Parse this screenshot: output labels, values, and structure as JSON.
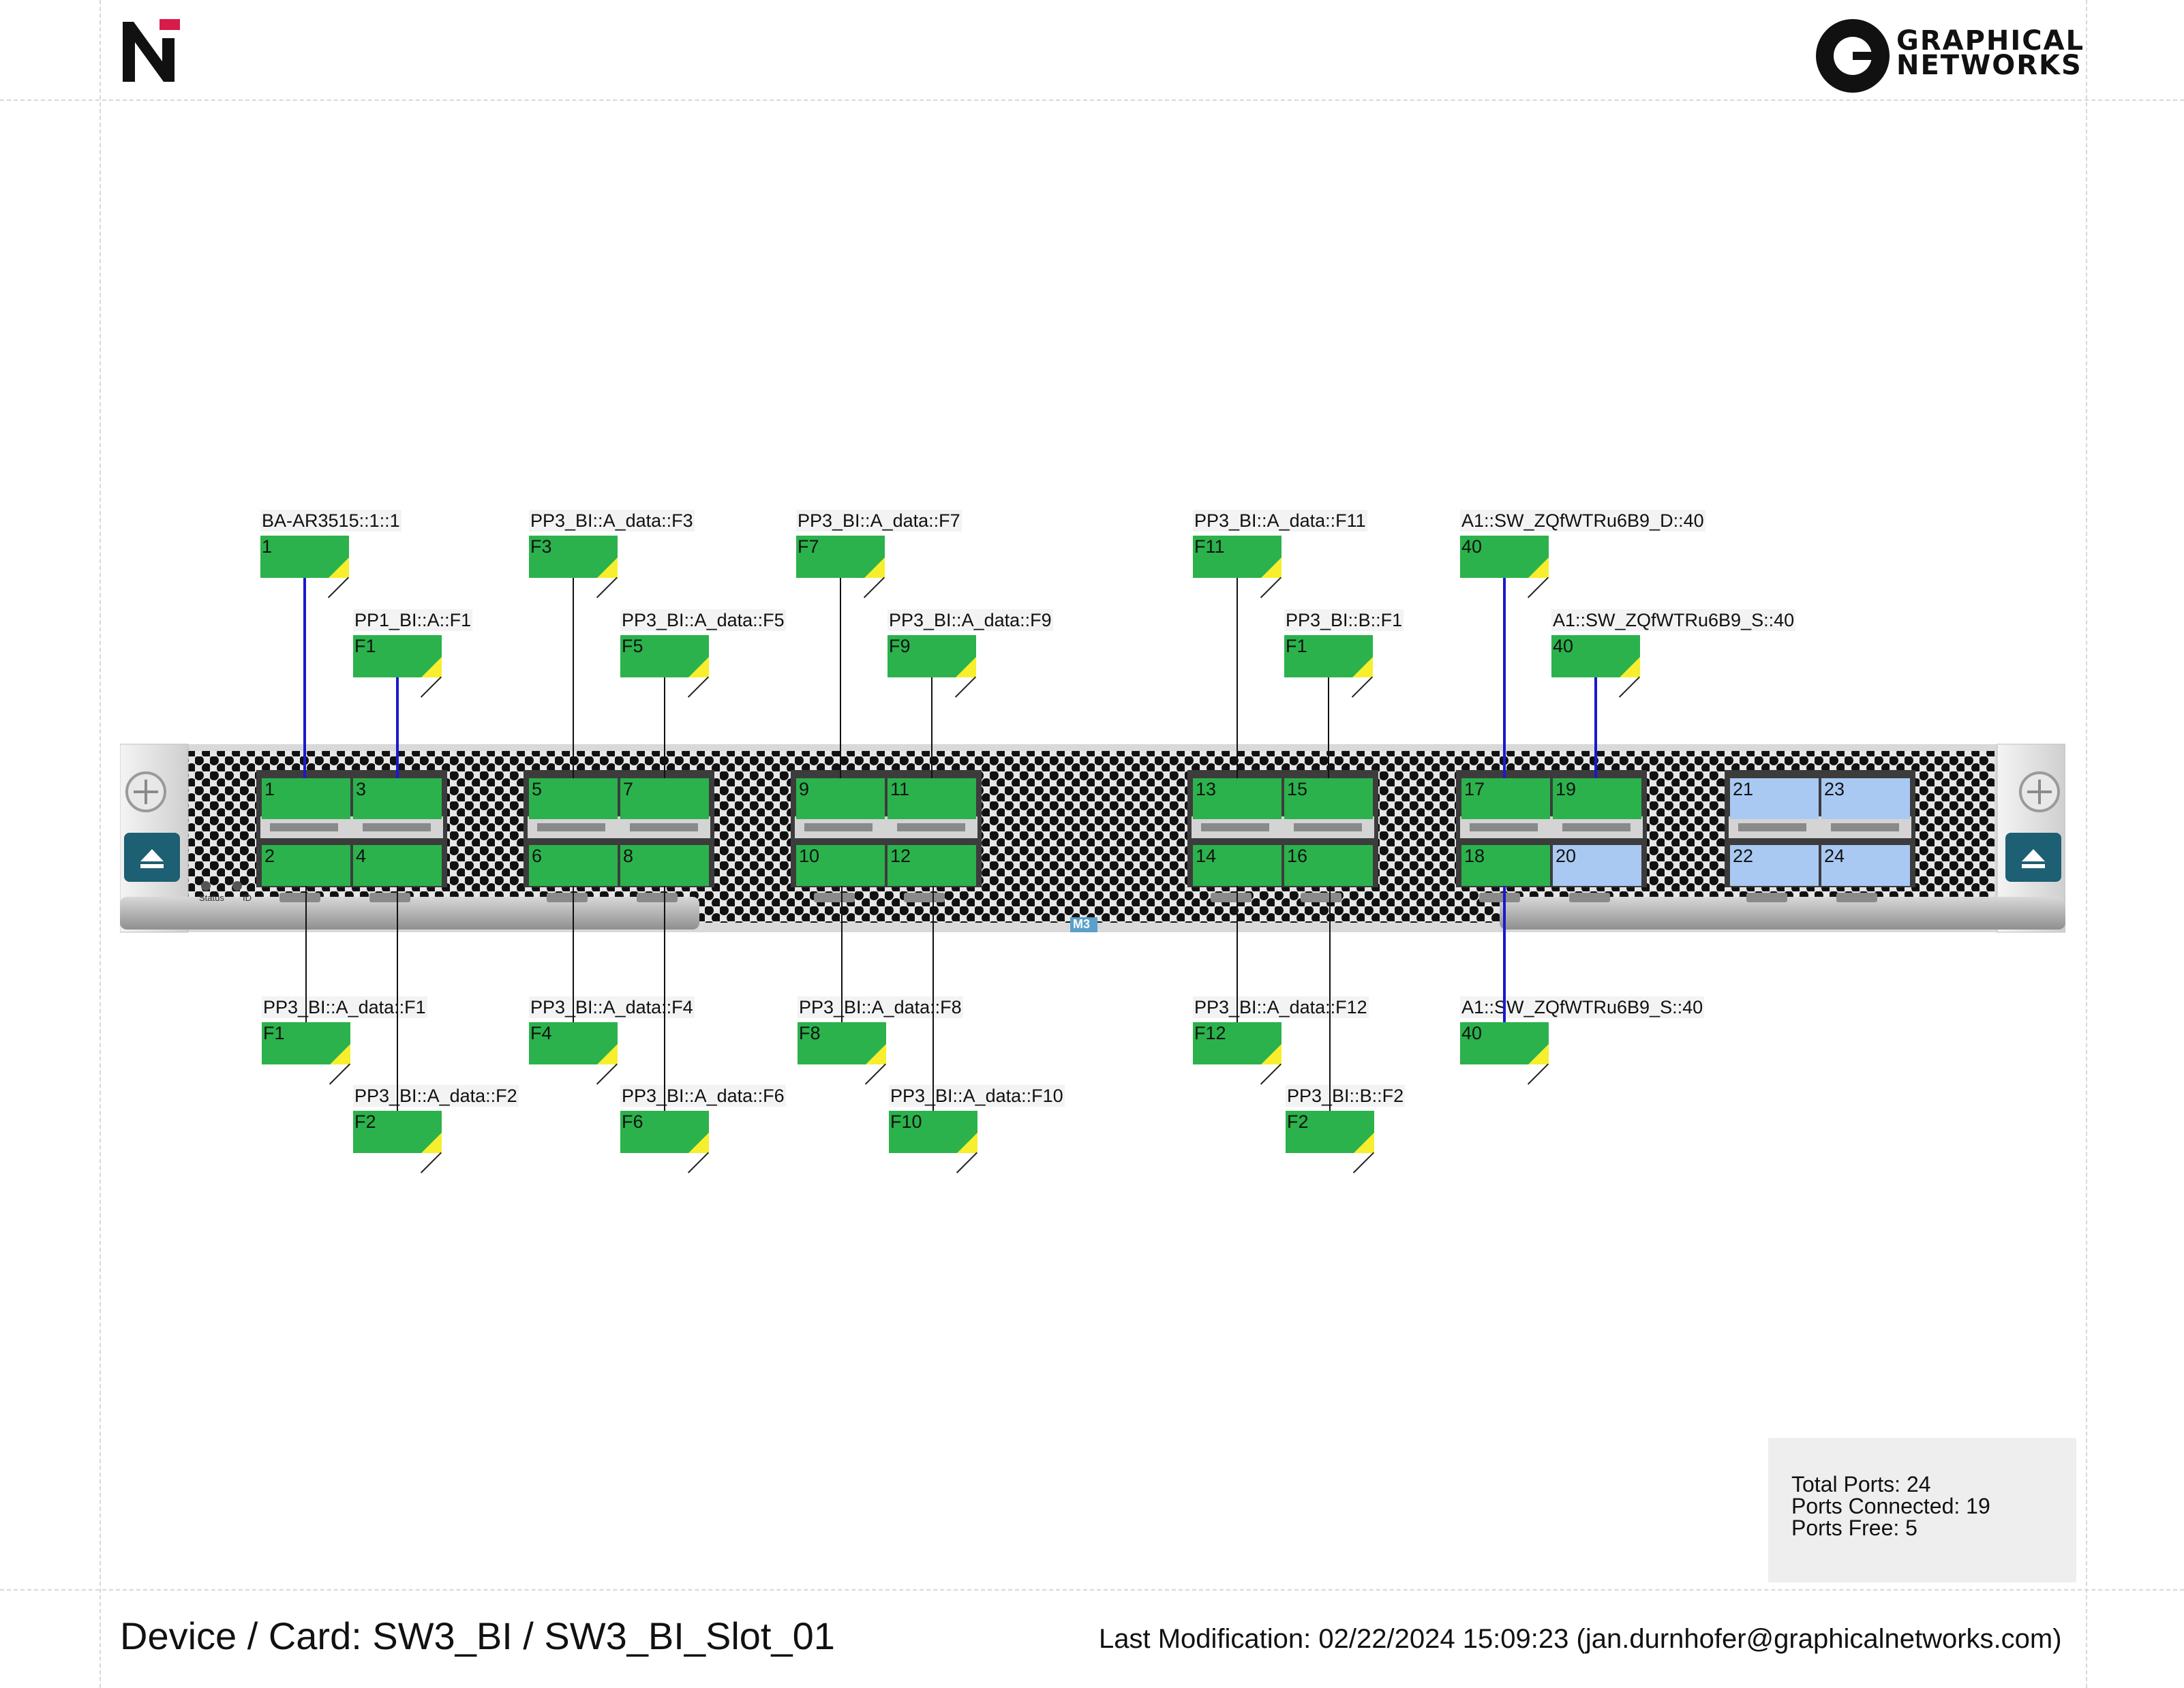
{
  "header": {
    "left_logo_icon": "nt-logo-icon",
    "right_logo_icon": "graphical-networks-logo-icon",
    "right_logo_line1": "GRAPHICAL",
    "right_logo_line2": "NETWORKS"
  },
  "card": {
    "card_ports": [
      {
        "num": "1",
        "state": "connected"
      },
      {
        "num": "2",
        "state": "connected"
      },
      {
        "num": "3",
        "state": "connected"
      },
      {
        "num": "4",
        "state": "connected"
      },
      {
        "num": "5",
        "state": "connected"
      },
      {
        "num": "6",
        "state": "connected"
      },
      {
        "num": "7",
        "state": "connected"
      },
      {
        "num": "8",
        "state": "connected"
      },
      {
        "num": "9",
        "state": "connected"
      },
      {
        "num": "10",
        "state": "connected"
      },
      {
        "num": "11",
        "state": "connected"
      },
      {
        "num": "12",
        "state": "connected"
      },
      {
        "num": "13",
        "state": "connected"
      },
      {
        "num": "14",
        "state": "connected"
      },
      {
        "num": "15",
        "state": "connected"
      },
      {
        "num": "16",
        "state": "connected"
      },
      {
        "num": "17",
        "state": "connected"
      },
      {
        "num": "18",
        "state": "connected"
      },
      {
        "num": "19",
        "state": "connected"
      },
      {
        "num": "20",
        "state": "free"
      },
      {
        "num": "21",
        "state": "free"
      },
      {
        "num": "22",
        "state": "free"
      },
      {
        "num": "23",
        "state": "free"
      },
      {
        "num": "24",
        "state": "free"
      }
    ],
    "chassis_labels": {
      "status": "Status",
      "id": "ID",
      "model": "M3"
    },
    "colors": {
      "connected": "#2bb24c",
      "free": "#a9c9f2",
      "link_blue": "#1a1acc",
      "link_black": "#111111",
      "warning_triangle": "#f7ee2e"
    }
  },
  "connections": [
    {
      "card_port": "1",
      "label": "BA-AR3515::1::1",
      "port": "1",
      "side": "top",
      "line": "blue"
    },
    {
      "card_port": "3",
      "label": "PP1_BI::A::F1",
      "port": "F1",
      "side": "top",
      "line": "blue"
    },
    {
      "card_port": "5",
      "label": "PP3_BI::A_data::F3",
      "port": "F3",
      "side": "top",
      "line": "black"
    },
    {
      "card_port": "7",
      "label": "PP3_BI::A_data::F5",
      "port": "F5",
      "side": "top",
      "line": "black"
    },
    {
      "card_port": "9",
      "label": "PP3_BI::A_data::F7",
      "port": "F7",
      "side": "top",
      "line": "black"
    },
    {
      "card_port": "11",
      "label": "PP3_BI::A_data::F9",
      "port": "F9",
      "side": "top",
      "line": "black"
    },
    {
      "card_port": "13",
      "label": "PP3_BI::A_data::F11",
      "port": "F11",
      "side": "top",
      "line": "black"
    },
    {
      "card_port": "15",
      "label": "PP3_BI::B::F1",
      "port": "F1",
      "side": "top",
      "line": "black"
    },
    {
      "card_port": "17",
      "label": "A1::SW_ZQfWTRu6B9_D::40",
      "port": "40",
      "side": "top",
      "line": "blue"
    },
    {
      "card_port": "19",
      "label": "A1::SW_ZQfWTRu6B9_S::40",
      "port": "40",
      "side": "top",
      "line": "blue"
    },
    {
      "card_port": "2",
      "label": "PP3_BI::A_data::F1",
      "port": "F1",
      "side": "bottom",
      "line": "black"
    },
    {
      "card_port": "4",
      "label": "PP3_BI::A_data::F2",
      "port": "F2",
      "side": "bottom",
      "line": "black"
    },
    {
      "card_port": "6",
      "label": "PP3_BI::A_data::F4",
      "port": "F4",
      "side": "bottom",
      "line": "black"
    },
    {
      "card_port": "8",
      "label": "PP3_BI::A_data::F6",
      "port": "F6",
      "side": "bottom",
      "line": "black"
    },
    {
      "card_port": "10",
      "label": "PP3_BI::A_data::F8",
      "port": "F8",
      "side": "bottom",
      "line": "black"
    },
    {
      "card_port": "12",
      "label": "PP3_BI::A_data::F10",
      "port": "F10",
      "side": "bottom",
      "line": "black"
    },
    {
      "card_port": "14",
      "label": "PP3_BI::A_data::F12",
      "port": "F12",
      "side": "bottom",
      "line": "black"
    },
    {
      "card_port": "16",
      "label": "PP3_BI::B::F2",
      "port": "F2",
      "side": "bottom",
      "line": "black"
    },
    {
      "card_port": "18",
      "label": "A1::SW_ZQfWTRu6B9_S::40",
      "port": "40",
      "side": "bottom",
      "line": "blue"
    }
  ],
  "stats": {
    "total_ports": "Total Ports: 24",
    "ports_connected": "Ports Connected: 19",
    "ports_free": "Ports Free: 5"
  },
  "footer": {
    "title": "Device / Card: SW3_BI / SW3_BI_Slot_01",
    "last_modification": "Last Modification: 02/22/2024 15:09:23 (jan.durnhofer@graphicalnetworks.com)"
  }
}
